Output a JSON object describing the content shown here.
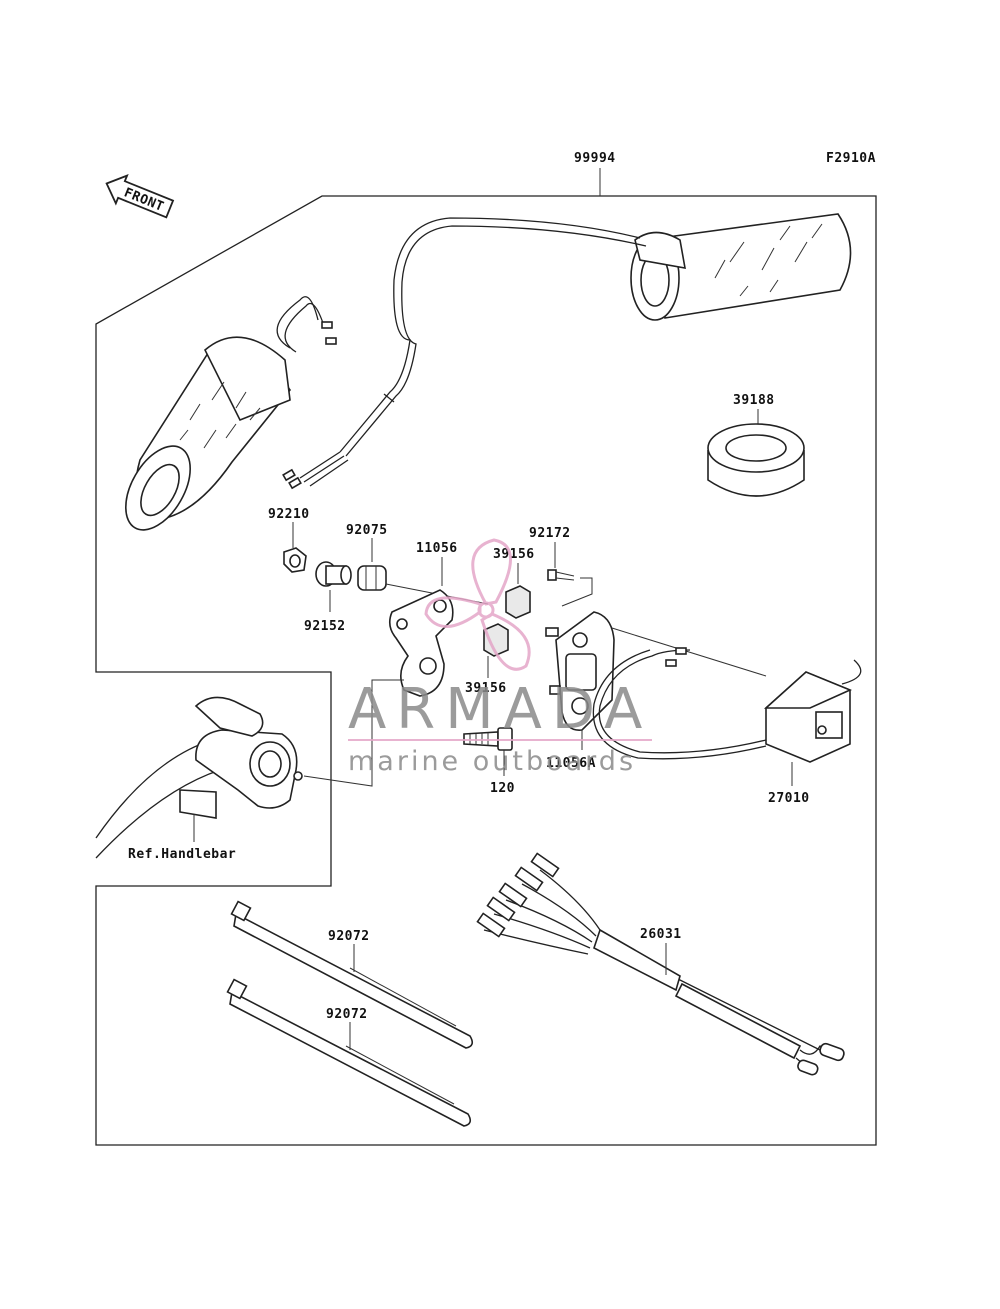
{
  "figure_code": "F2910A",
  "front_label": "FRONT",
  "ref_label": "Ref.Handlebar",
  "parts": {
    "p99994": "99994",
    "p39188": "39188",
    "p92210": "92210",
    "p92075": "92075",
    "p11056": "11056",
    "p39156a": "39156",
    "p92172": "92172",
    "p92152": "92152",
    "p39156b": "39156",
    "p120": "120",
    "p11056a": "11056A",
    "p27010": "27010",
    "p92072a": "92072",
    "p92072b": "92072",
    "p26031": "26031"
  },
  "watermark": {
    "brand": "ARMADA",
    "tagline": "marine outboards",
    "accent_color": "#e4a6c8",
    "text_color": "#8a8a8a"
  }
}
